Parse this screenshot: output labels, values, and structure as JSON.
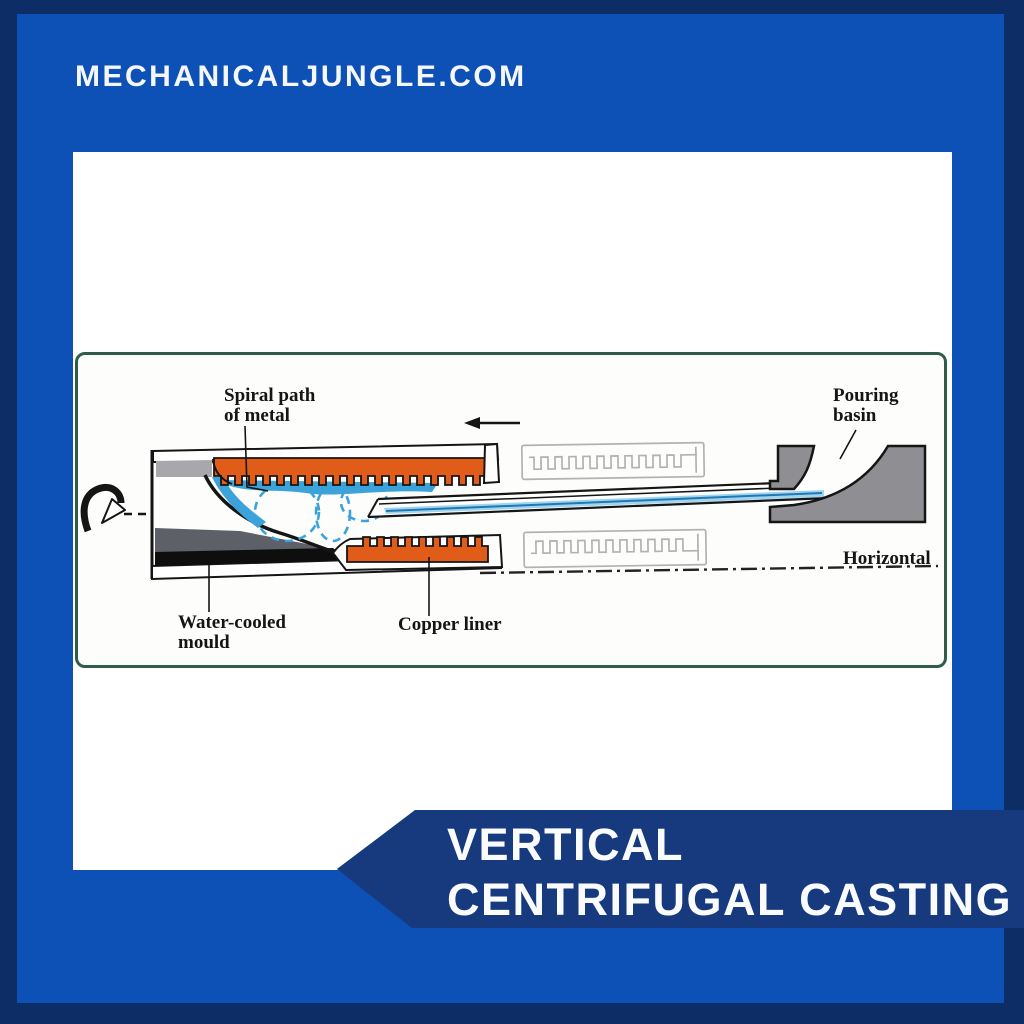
{
  "site": {
    "name": "MECHANICALJUNGLE.COM"
  },
  "banner": {
    "title_line1": "VERTICAL",
    "title_line2": "CENTRIFUGAL CASTING"
  },
  "diagram": {
    "labels": {
      "spiral_line1": "Spiral path",
      "spiral_line2": "of metal",
      "pouring_line1": "Pouring",
      "pouring_line2": "basin",
      "horizontal": "Horizontal",
      "water_line1": "Water-cooled",
      "water_line2": "mould",
      "copper": "Copper liner"
    },
    "icons": {
      "rotation_icon": "mould-rotation-arrow",
      "direction_icon": "liner-travel-left-arrow"
    }
  },
  "colors": {
    "bg": "#0d50b6",
    "frame": "#0c2d66",
    "banner": "#163a7d",
    "green": "#2f5d4a",
    "orange": "#e05c18",
    "lblue": "#3ba3d9",
    "stream": "#9fd4ef",
    "streamline": "#2277b5",
    "gray": "#8e8e93",
    "graystrip": "#a8a8ac",
    "wedge": "#5d6066",
    "ghost": "#b2b2b2",
    "ink": "#151515"
  }
}
